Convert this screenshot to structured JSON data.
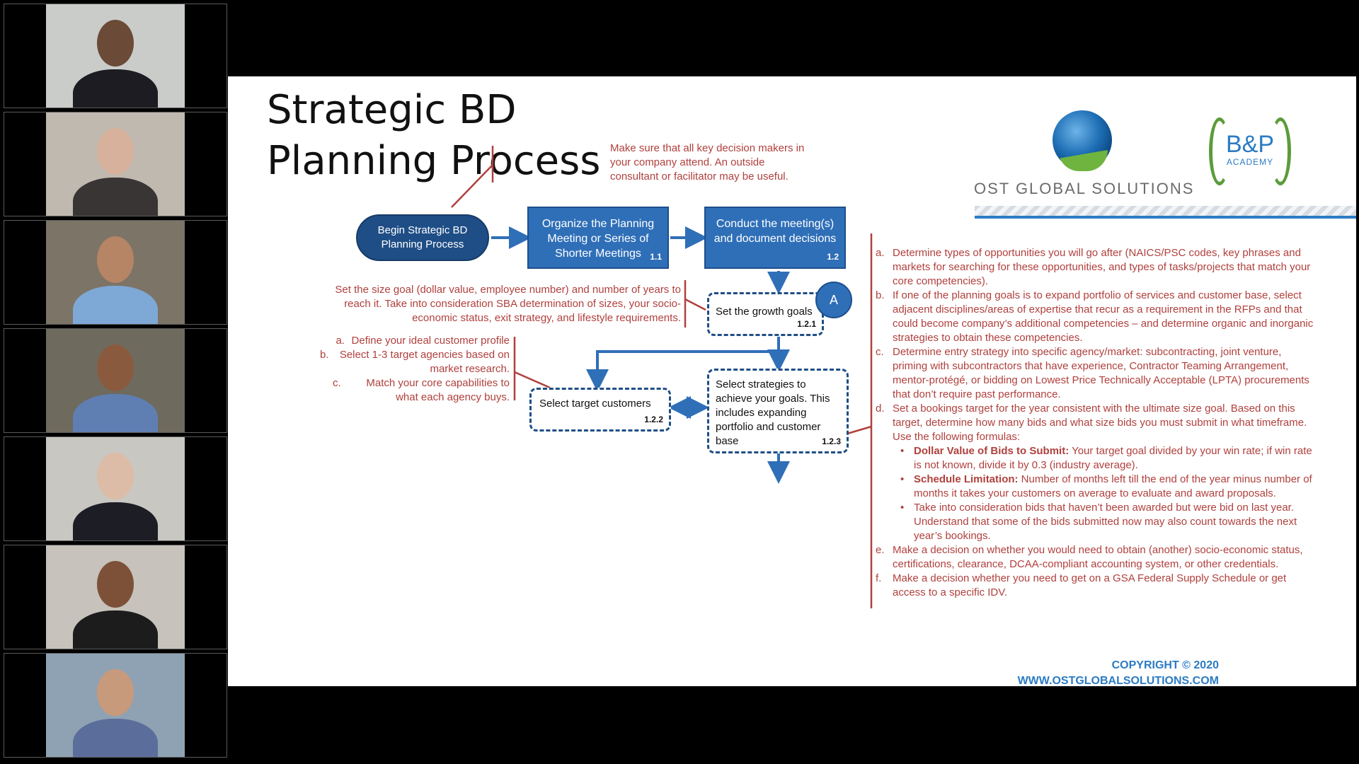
{
  "participants": [
    {
      "tile_name": "participant-video-1",
      "skin": "#6b4a38",
      "shirt": "#1c1c22",
      "bg": "#c9ccc9"
    },
    {
      "tile_name": "participant-video-2",
      "skin": "#d7b19c",
      "shirt": "#3a3535",
      "bg": "#bfb9b0"
    },
    {
      "tile_name": "participant-video-3",
      "skin": "#b58566",
      "shirt": "#7ea8d6",
      "bg": "#7c7466"
    },
    {
      "tile_name": "participant-video-4",
      "skin": "#8a5a3f",
      "shirt": "#5f7fb3",
      "bg": "#6f6a5e"
    },
    {
      "tile_name": "participant-video-5",
      "skin": "#dcbca6",
      "shirt": "#1d1d25",
      "bg": "#c9c7c2"
    },
    {
      "tile_name": "participant-video-6",
      "skin": "#7d5138",
      "shirt": "#1c1c1c",
      "bg": "#c7c2bc"
    },
    {
      "tile_name": "participant-video-7",
      "skin": "#c79a7c",
      "shirt": "#5b6e9b",
      "bg": "#8fa2b3"
    }
  ],
  "slide": {
    "title_line1": "Strategic BD",
    "title_line2": "Planning Process",
    "logo_company": "OST GLOBAL SOLUTIONS",
    "academy_main": "B&P",
    "academy_sub": "ACADEMY",
    "begin_label": "Begin Strategic BD Planning Process",
    "step_1_1": {
      "label": "Organize the Planning Meeting or Series of Shorter Meetings",
      "num": "1.1"
    },
    "step_1_2": {
      "label": "Conduct the meeting(s) and document decisions",
      "num": "1.2"
    },
    "step_1_2_1": {
      "label": "Set the growth goals",
      "num": "1.2.1"
    },
    "step_1_2_2": {
      "label": "Select target customers",
      "num": "1.2.2"
    },
    "step_1_2_3": {
      "label": "Select strategies to achieve your goals. This includes expanding portfolio and customer base",
      "num": "1.2.3"
    },
    "connector_a": "A",
    "note_attend": "Make sure that all key decision makers in your company attend. An outside consultant or facilitator may be useful.",
    "note_size": "Set the size goal (dollar value, employee number) and number of years to reach it. Take into consideration SBA determination of sizes, your socio-economic status, exit strategy, and lifestyle requirements.",
    "customer_notes": [
      {
        "mk": "a.",
        "text": "Define your ideal customer profile"
      },
      {
        "mk": "b.",
        "text": "Select 1-3 target agencies based on market research."
      },
      {
        "mk": "c.",
        "text": "Match your core capabilities to what each agency buys."
      }
    ],
    "strategy_notes": {
      "a": {
        "mk": "a.",
        "text": "Determine types of opportunities you will go after (NAICS/PSC codes, key phrases and markets for searching for these opportunities,  and types of tasks/projects that match your core competencies)."
      },
      "b": {
        "mk": "b.",
        "text": "If one of the planning goals is to expand portfolio of services and customer base, select adjacent disciplines/areas of expertise that recur as a requirement in the RFPs and that could become company’s additional competencies – and determine organic and inorganic strategies to obtain these competencies."
      },
      "c": {
        "mk": "c.",
        "text": "Determine entry strategy into specific agency/market: subcontracting, joint venture, priming with subcontractors that have experience, Contractor Teaming Arrangement, mentor-protégé, or bidding on Lowest Price Technically Acceptable (LPTA) procurements that don’t require past performance."
      },
      "d": {
        "mk": "d.",
        "text": "Set a bookings target for the year consistent with the ultimate size goal. Based on this target, determine how many bids and what size bids you must submit  in what timeframe. Use the following formulas:"
      },
      "d_bullets": [
        {
          "bold": "Dollar  Value of Bids to Submit:",
          "text": " Your target goal divided by your win rate; if win rate is not known, divide it by 0.3 (industry average)."
        },
        {
          "bold": "Schedule Limitation:",
          "text": "  Number of months left till the end of the year minus number of months it takes your customers on average to evaluate and award proposals."
        },
        {
          "bold": "",
          "text": "Take into consideration bids that haven’t been awarded but were bid on last year. Understand that some of the bids submitted now may also count towards the next year’s bookings."
        }
      ],
      "e": {
        "mk": "e.",
        "text": "Make a decision on whether you would need to obtain (another) socio-economic status, certifications, clearance, DCAA-compliant accounting system, or other credentials."
      },
      "f": {
        "mk": "f.",
        "text": "Make a decision whether you need to get on a GSA Federal Supply Schedule or get access to a specific IDV."
      }
    },
    "copyright": "COPYRIGHT © 2020",
    "website": "WWW.OSTGLOBALSOLUTIONS.COM"
  }
}
